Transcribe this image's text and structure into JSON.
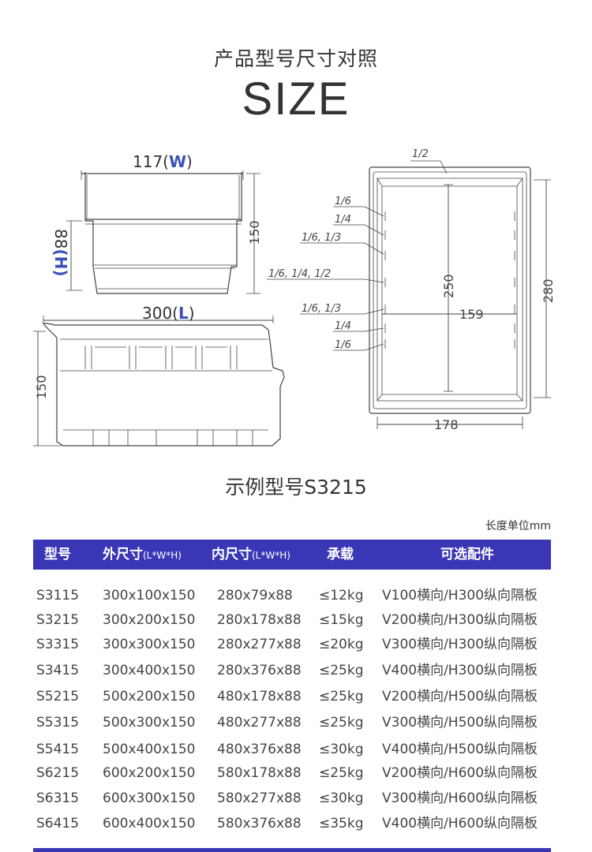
{
  "header": {
    "subtitle": "产品型号尺寸对照",
    "title": "SIZE"
  },
  "drawing": {
    "top_view": {
      "width_label_num": "117(",
      "width_label_letter": "W",
      "width_label_close": ")",
      "height_dim": "150",
      "inner_height_num": "88",
      "inner_height_letter": "H"
    },
    "side_view": {
      "length_label_num": "300(",
      "length_label_letter": "L",
      "length_label_close": ")",
      "height_dim": "150"
    },
    "plan_view": {
      "top_mark": "1/2",
      "left_marks": [
        "1/6",
        "1/4",
        "1/6, 1/3",
        "1/6, 1/4, 1/2",
        "1/6, 1/3",
        "1/4",
        "1/6"
      ],
      "inner_length": "250",
      "inner_width": "159",
      "outer_length": "280",
      "outer_width": "178"
    },
    "accent_color": "#3a4fb8"
  },
  "example": {
    "label": "示例型号S3215"
  },
  "unit_note": "长度单位mm",
  "table": {
    "header_color": "#3a36b6",
    "columns": [
      {
        "main": "型号",
        "sub": ""
      },
      {
        "main": "外尺寸",
        "sub": "(L*W*H)"
      },
      {
        "main": "内尺寸",
        "sub": "(L*W*H)"
      },
      {
        "main": "承载",
        "sub": ""
      },
      {
        "main": "可选配件",
        "sub": ""
      }
    ],
    "rows": [
      [
        "S3115",
        "300x100x150",
        "280x79x88",
        "≤12kg",
        "V100横向/H300纵向隔板"
      ],
      [
        "S3215",
        "300x200x150",
        "280x178x88",
        "≤15kg",
        "V200横向/H300纵向隔板"
      ],
      [
        "S3315",
        "300x300x150",
        "280x277x88",
        "≤20kg",
        "V300横向/H300纵向隔板"
      ],
      [
        "S3415",
        "300x400x150",
        "280x376x88",
        "≤25kg",
        "V400横向/H300纵向隔板"
      ],
      [
        "S5215",
        "500x200x150",
        "480x178x88",
        "≤25kg",
        "V200横向/H500纵向隔板"
      ],
      [
        "S5315",
        "500x300x150",
        "480x277x88",
        "≤25kg",
        "V300横向/H500纵向隔板"
      ],
      [
        "S5415",
        "500x400x150",
        "480x376x88",
        "≤30kg",
        "V400横向/H500纵向隔板"
      ],
      [
        "S6215",
        "600x200x150",
        "580x178x88",
        "≤25kg",
        "V200横向/H600纵向隔板"
      ],
      [
        "S6315",
        "600x300x150",
        "580x277x88",
        "≤30kg",
        "V300横向/H600纵向隔板"
      ],
      [
        "S6415",
        "600x400x150",
        "580x376x88",
        "≤35kg",
        "V400横向/H600纵向隔板"
      ]
    ]
  }
}
